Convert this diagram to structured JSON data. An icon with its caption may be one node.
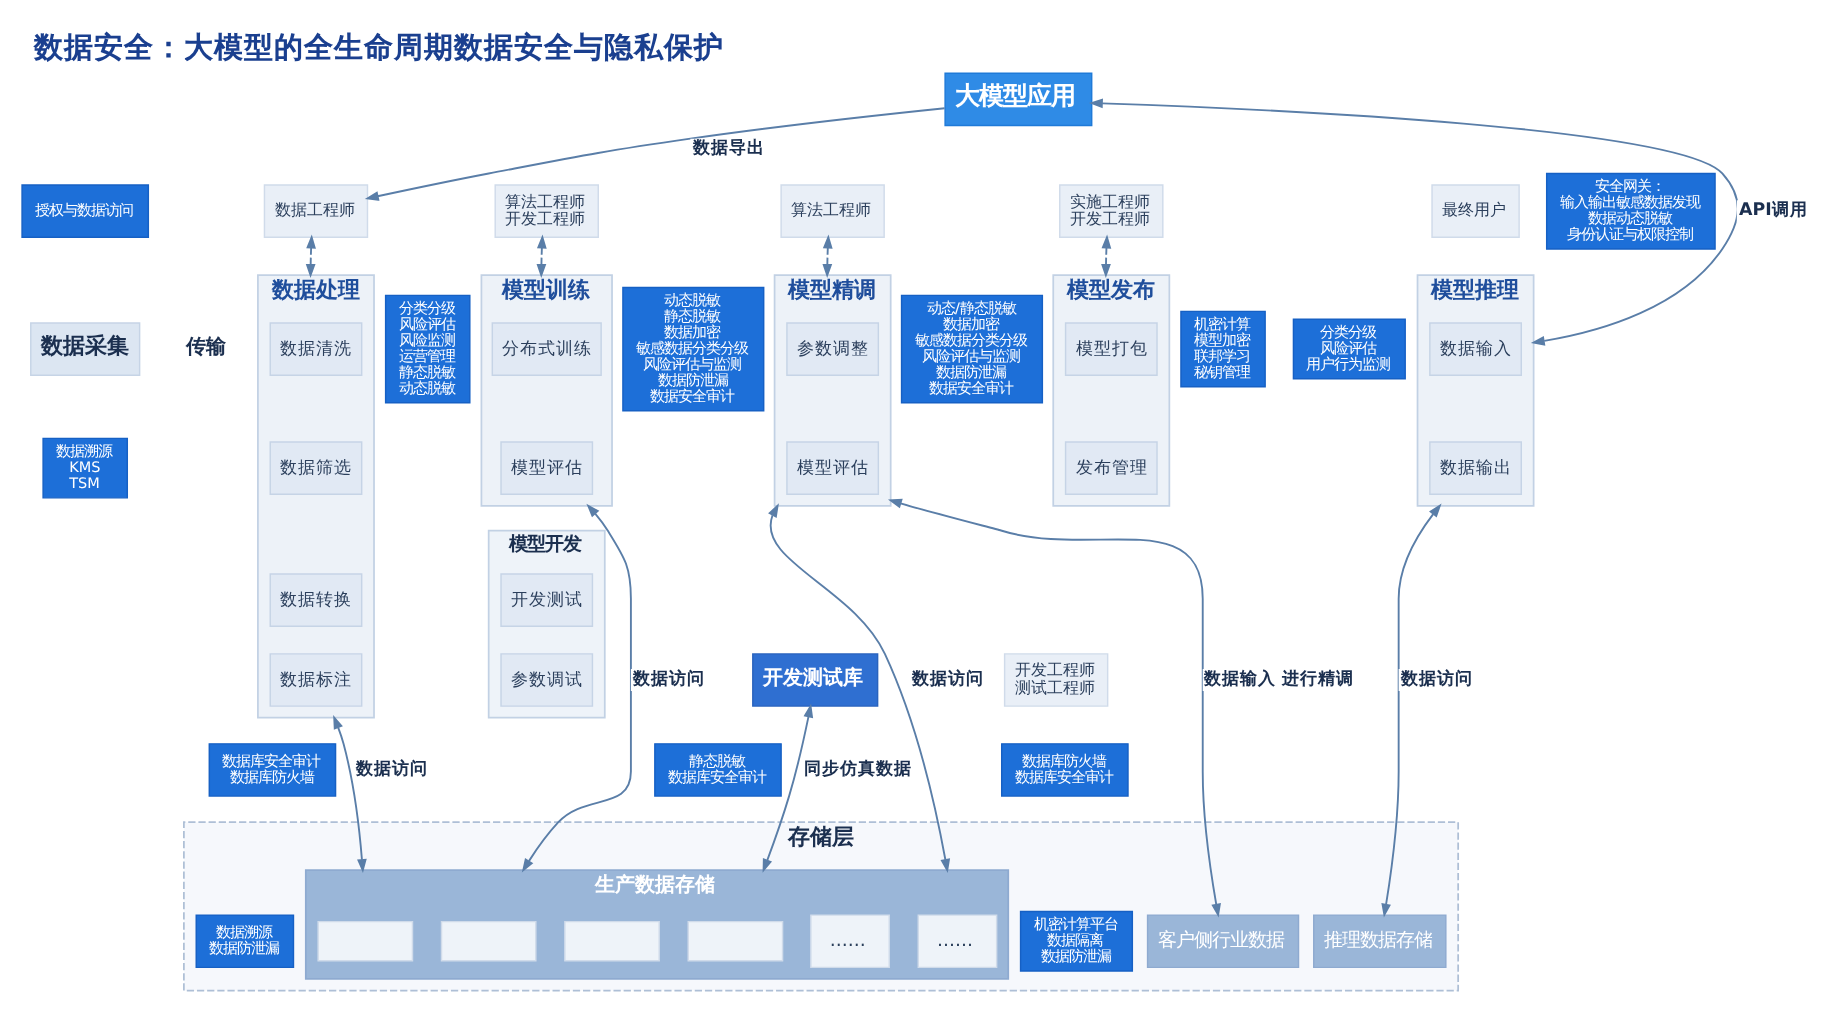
{
  "diagram": {
    "title": "数据安全：大模型的全生命周期数据安全与隐私保护",
    "nodes": [
      {
        "text": [
          "大模型应用"
        ]
      },
      {
        "text": [
          "安全网关：",
          "输入输出敏感数据发现",
          "数据动态脱敏",
          "身份认证与权限控制"
        ]
      },
      {
        "text": [
          "授权与数据访问"
        ]
      },
      {
        "text": [
          "数据工程师"
        ]
      },
      {
        "text": [
          "算法工程师",
          "开发工程师"
        ]
      },
      {
        "text": [
          "算法工程师"
        ]
      },
      {
        "text": [
          "实施工程师",
          "开发工程师"
        ]
      },
      {
        "text": [
          "最终用户"
        ]
      },
      {
        "text": [
          "数据处理"
        ]
      },
      {
        "text": [
          "数据清洗"
        ],
        "in": 8
      },
      {
        "text": [
          "数据筛选"
        ],
        "in": 8
      },
      {
        "text": [
          "数据转换"
        ],
        "in": 8
      },
      {
        "text": [
          "数据标注"
        ],
        "in": 8
      },
      {
        "text": [
          "分类分级",
          "风险评估",
          "风险监测",
          "运营管理",
          "静态脱敏",
          "动态脱敏"
        ]
      },
      {
        "text": [
          "模型训练"
        ]
      },
      {
        "text": [
          "分布式训练"
        ],
        "in": 14
      },
      {
        "text": [
          "模型评估"
        ],
        "in": 14
      },
      {
        "text": [
          "动态脱敏",
          "静态脱敏",
          "数据加密",
          "敏感数据分类分级",
          "风险评估与监测",
          "数据防泄漏",
          "数据安全审计"
        ]
      },
      {
        "text": [
          "模型精调"
        ]
      },
      {
        "text": [
          "参数调整"
        ],
        "in": 18
      },
      {
        "text": [
          "模型评估"
        ],
        "in": 18
      },
      {
        "text": [
          "动态/静态脱敏",
          "数据加密",
          "敏感数据分类分级",
          "风险评估与监测",
          "数据防泄漏",
          "数据安全审计"
        ]
      },
      {
        "text": [
          "模型发布"
        ]
      },
      {
        "text": [
          "模型打包"
        ],
        "in": 22
      },
      {
        "text": [
          "发布管理"
        ],
        "in": 22
      },
      {
        "text": [
          "机密计算",
          "模型加密",
          "联邦学习",
          "秘钥管理"
        ]
      },
      {
        "text": [
          "模型推理"
        ]
      },
      {
        "text": [
          "数据输入"
        ],
        "in": 26
      },
      {
        "text": [
          "数据输出"
        ],
        "in": 26
      },
      {
        "text": [
          "分类分级",
          "风险评估",
          "用户行为监测"
        ]
      },
      {
        "text": [
          "数据采集"
        ]
      },
      {
        "text": [
          "数据溯源",
          "KMS",
          "TSM"
        ]
      },
      {
        "text": [
          "模型开发"
        ]
      },
      {
        "text": [
          "开发测试"
        ],
        "in": 32
      },
      {
        "text": [
          "参数调试"
        ],
        "in": 32
      },
      {
        "text": [
          "开发测试库"
        ]
      },
      {
        "text": [
          "开发工程师",
          "测试工程师"
        ]
      },
      {
        "text": [
          "数据库安全审计",
          "数据库防火墙"
        ]
      },
      {
        "text": [
          "静态脱敏",
          "数据库安全审计"
        ]
      },
      {
        "text": [
          "数据库防火墙",
          "数据库安全审计"
        ]
      },
      {
        "text": [
          "存储层"
        ]
      },
      {
        "text": [
          "数据溯源",
          "数据防泄漏"
        ],
        "in": 40
      },
      {
        "text": [
          "生产数据存储"
        ],
        "in": 40
      },
      {
        "text": [],
        "shape": "box",
        "in": 42
      },
      {
        "text": [],
        "shape": "box",
        "in": 42
      },
      {
        "text": [],
        "shape": "box",
        "in": 42
      },
      {
        "text": [],
        "shape": "box",
        "in": 42
      },
      {
        "text": [
          "......"
        ],
        "in": 42
      },
      {
        "text": [
          "......"
        ],
        "in": 42
      },
      {
        "text": [
          "机密计算平台",
          "数据隔离",
          "数据防泄漏"
        ],
        "in": 40
      },
      {
        "text": [
          "客户侧行业数据"
        ],
        "in": 40
      },
      {
        "text": [
          "推理数据存储"
        ],
        "in": 40
      }
    ],
    "edges": [
      {
        "from": 0,
        "to": 3,
        "arrow": "to",
        "label": "数据导出"
      },
      {
        "from": 0,
        "to": 26,
        "arrow": "both",
        "label": "API调用"
      },
      {
        "from": 3,
        "to": 8,
        "arrow": "both",
        "style": "dashed"
      },
      {
        "from": 4,
        "to": 14,
        "arrow": "both",
        "style": "dashed"
      },
      {
        "from": 5,
        "to": 18,
        "arrow": "both",
        "style": "dashed"
      },
      {
        "from": 6,
        "to": 22,
        "arrow": "both",
        "style": "dashed"
      },
      {
        "from": 8,
        "to": 42,
        "arrow": "both",
        "label": "数据访问"
      },
      {
        "from": 14,
        "to": 42,
        "arrow": "both",
        "label": "数据访问"
      },
      {
        "from": 18,
        "to": 42,
        "arrow": "both",
        "label": "数据访问"
      },
      {
        "from": 35,
        "to": 42,
        "arrow": "both",
        "label": "同步仿真数据"
      },
      {
        "from": 18,
        "to": 50,
        "arrow": "both",
        "label": "数据输入 进行精调"
      },
      {
        "from": 26,
        "to": 51,
        "arrow": "both",
        "label": "数据访问"
      }
    ],
    "labels": [
      "传输"
    ]
  }
}
